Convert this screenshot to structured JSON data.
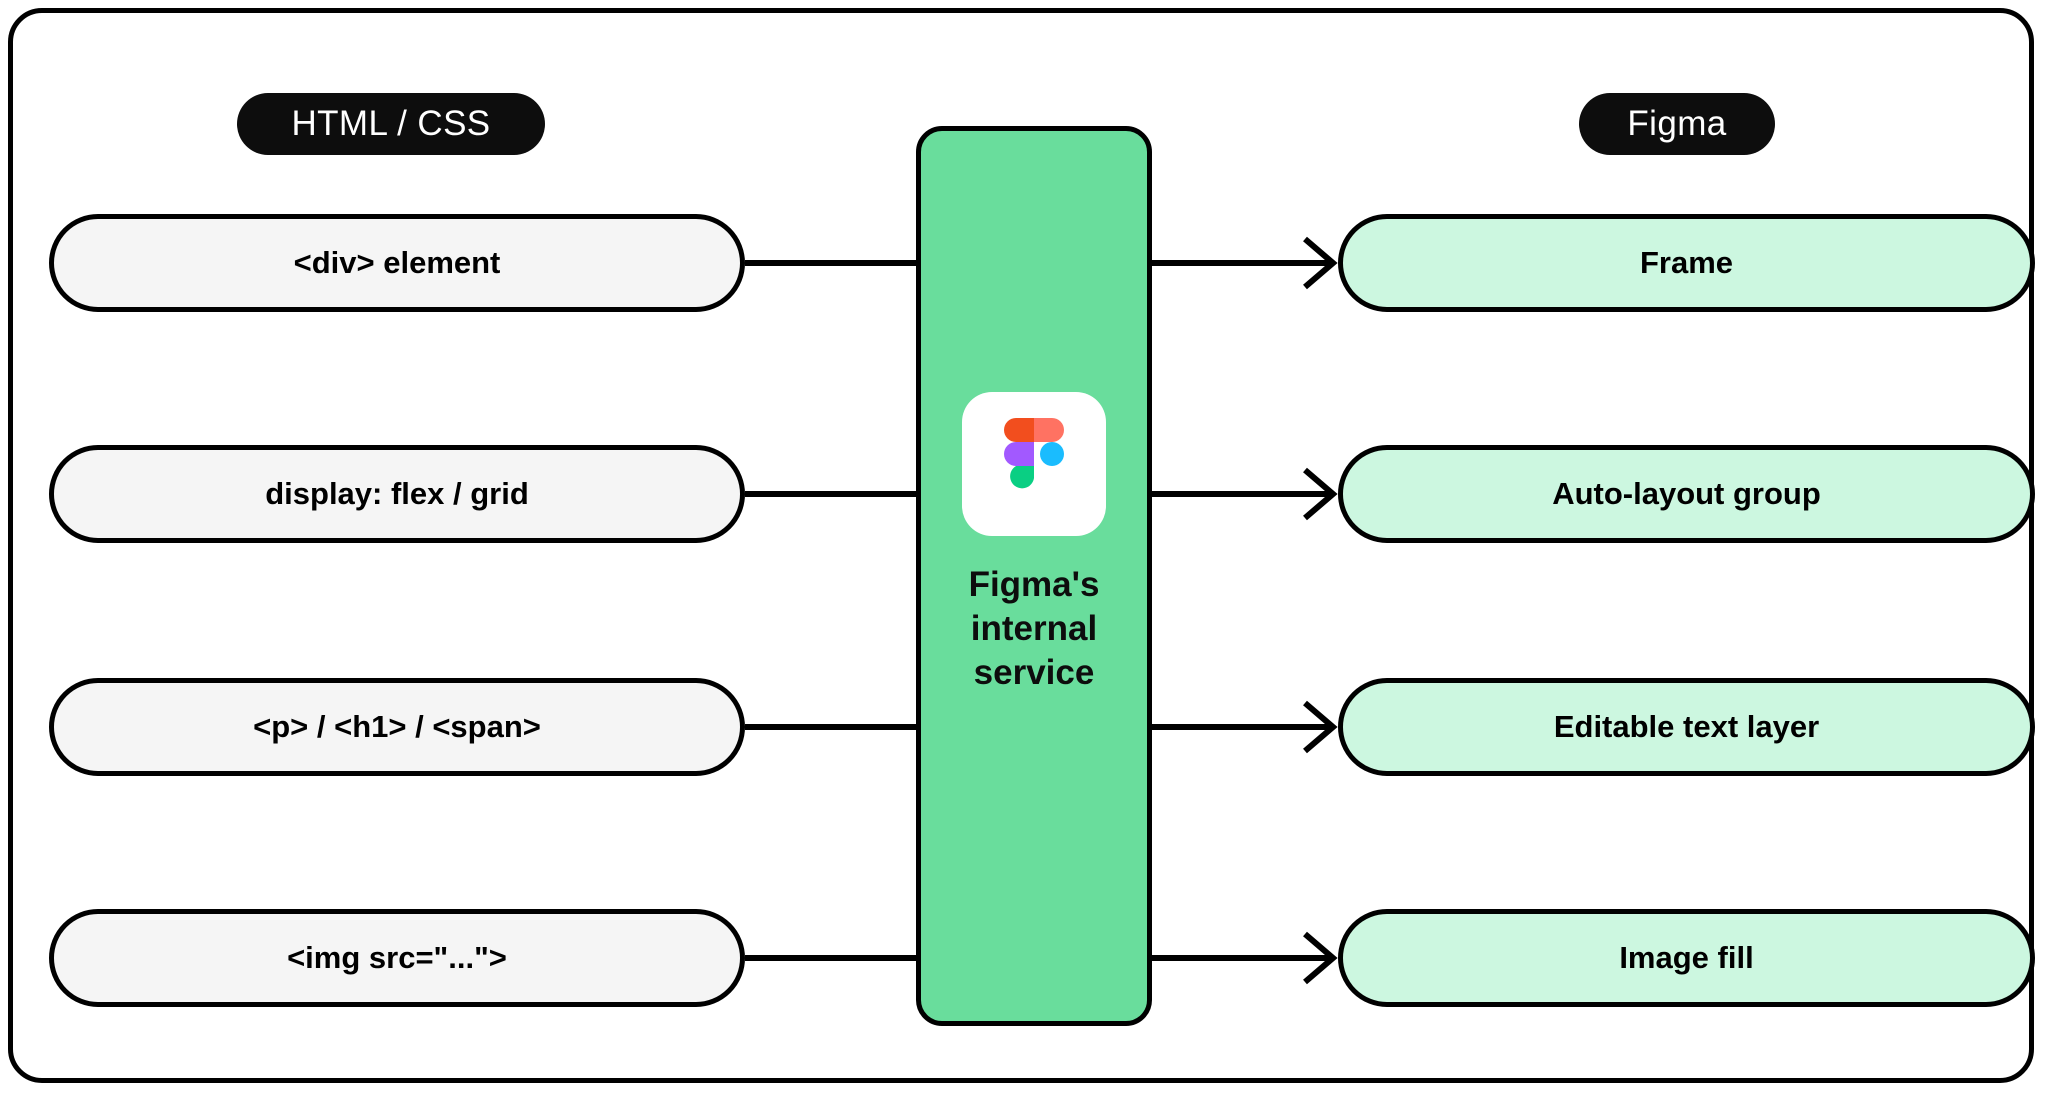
{
  "diagram": {
    "title_left": "HTML / CSS",
    "title_right": "Figma",
    "service": {
      "caption": "Figma's\ninternal\nservice",
      "logo_icon": "figma-logo-icon",
      "column_color": "#69DD9C"
    },
    "colors": {
      "frame_border": "#000000",
      "canvas": "#FFFFFF",
      "left_box_fill": "#F5F5F5",
      "right_box_fill": "#CCF7E0",
      "pill_fill": "#0D0D0D",
      "pill_text": "#FFFFFF",
      "service_column": "#69DD9C",
      "logo_orange": "#F24E1E",
      "logo_salmon": "#FF7262",
      "logo_purple": "#A259FF",
      "logo_blue": "#1ABCFE",
      "logo_green": "#0ACF83"
    },
    "rows": [
      {
        "source": "<div> element",
        "target": "Frame",
        "arrow": "arrow-right-icon"
      },
      {
        "source": "display: flex / grid",
        "target": "Auto-layout group",
        "arrow": "arrow-right-icon"
      },
      {
        "source": "<p> / <h1> / <span>",
        "target": "Editable text layer",
        "arrow": "arrow-right-icon"
      },
      {
        "source": "<img src=\"...\">",
        "target": "Image fill",
        "arrow": "arrow-right-icon"
      }
    ]
  }
}
